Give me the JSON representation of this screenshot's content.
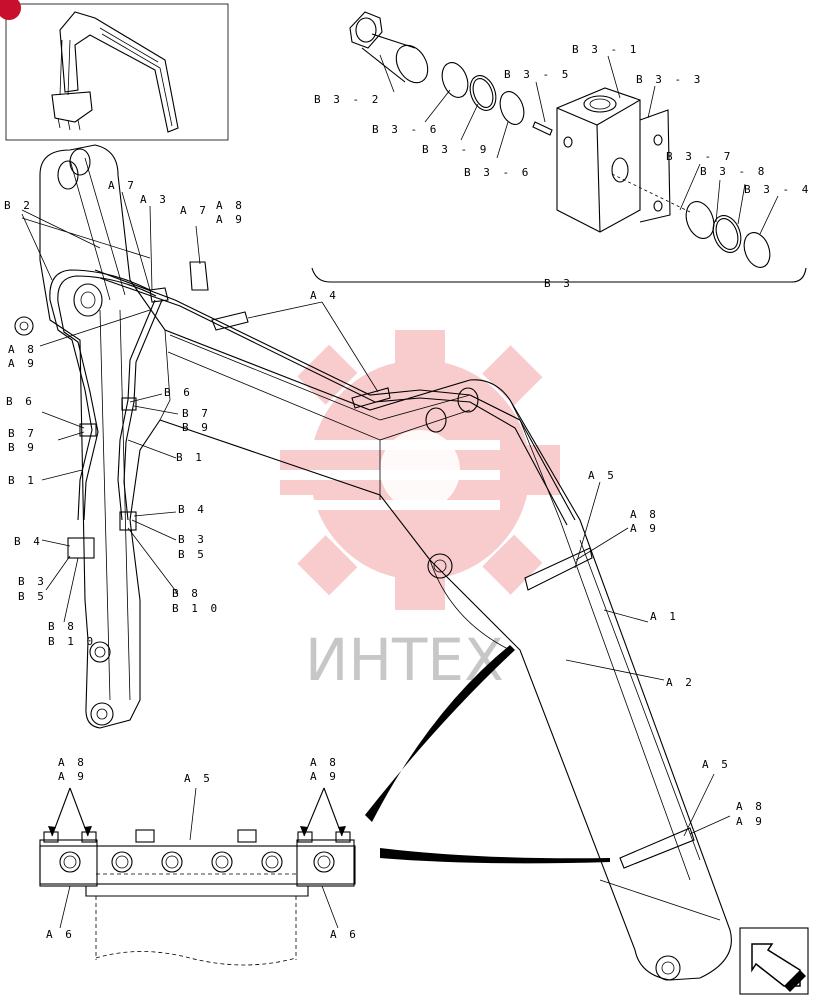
{
  "labels": {
    "B3_1": "B 3 - 1",
    "B3_2": "B 3 - 2",
    "B3_3": "B 3 - 3",
    "B3_4": "B 3 - 4",
    "B3_5": "B 3 - 5",
    "B3_6a": "B 3 - 6",
    "B3_6b": "B 3 - 6",
    "B3_7": "B 3 - 7",
    "B3_8": "B 3 - 8",
    "B3_9": "B 3 - 9",
    "B3": "B 3",
    "B2": "B 2",
    "A7a": "A 7",
    "A3": "A 3",
    "A7b": "A 7",
    "A8top": "A 8",
    "A9top": "A 9",
    "A4": "A 4",
    "A8left": "A 8",
    "A9left": "A 9",
    "B6left": "B 6",
    "B7left": "B 7",
    "B9left": "B 9",
    "B1left": "B 1",
    "B4left": "B 4",
    "B3left": "B 3",
    "B5left": "B 5",
    "B8left": "B 8",
    "B10left": "B 1 0",
    "B6mid": "B 6",
    "B7mid": "B 7",
    "B9mid": "B 9",
    "B1mid": "B 1",
    "B4mid": "B 4",
    "B3mid": "B 3",
    "B5mid": "B 5",
    "B8mid": "B 8",
    "B10mid": "B 1 0",
    "A5upper": "A 5",
    "A8upper": "A 8",
    "A9upper": "A 9",
    "A1": "A 1",
    "A2": "A 2",
    "A5lower": "A 5",
    "A8lower": "A 8",
    "A9lower": "A 9",
    "A8detL": "A 8",
    "A9detL": "A 9",
    "A5det": "A 5",
    "A8detR": "A 8",
    "A9detR": "A 9",
    "A6detL": "A 6",
    "A6detR": "A 6"
  },
  "watermark": {
    "text": "ИНТЕХ",
    "color": "#e8484e"
  }
}
